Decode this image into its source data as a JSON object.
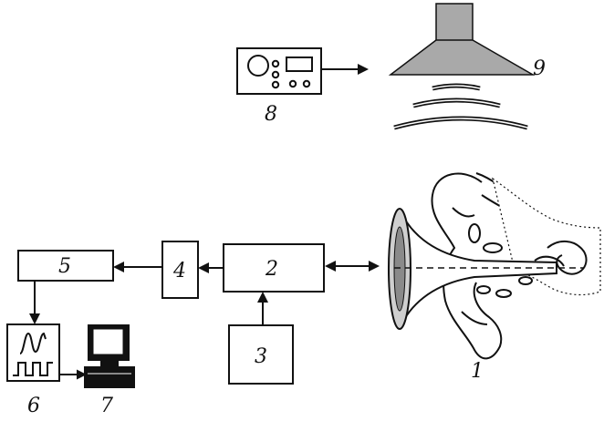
{
  "labels": {
    "ear": "1",
    "box2": "2",
    "box3": "3",
    "box4": "4",
    "box5": "5",
    "oscilloscope": "6",
    "computer": "7",
    "generator": "8",
    "loudspeaker": "9"
  },
  "colors": {
    "ink": "#111111",
    "horn_fill": "#bdbdbd",
    "speaker_fill": "#a9a9a9"
  },
  "icons": [
    "generator-icon",
    "loudspeaker-icon",
    "sound-waves-icon",
    "oscilloscope-icon",
    "computer-icon",
    "ear-anatomy-icon",
    "ear-horn-icon"
  ]
}
